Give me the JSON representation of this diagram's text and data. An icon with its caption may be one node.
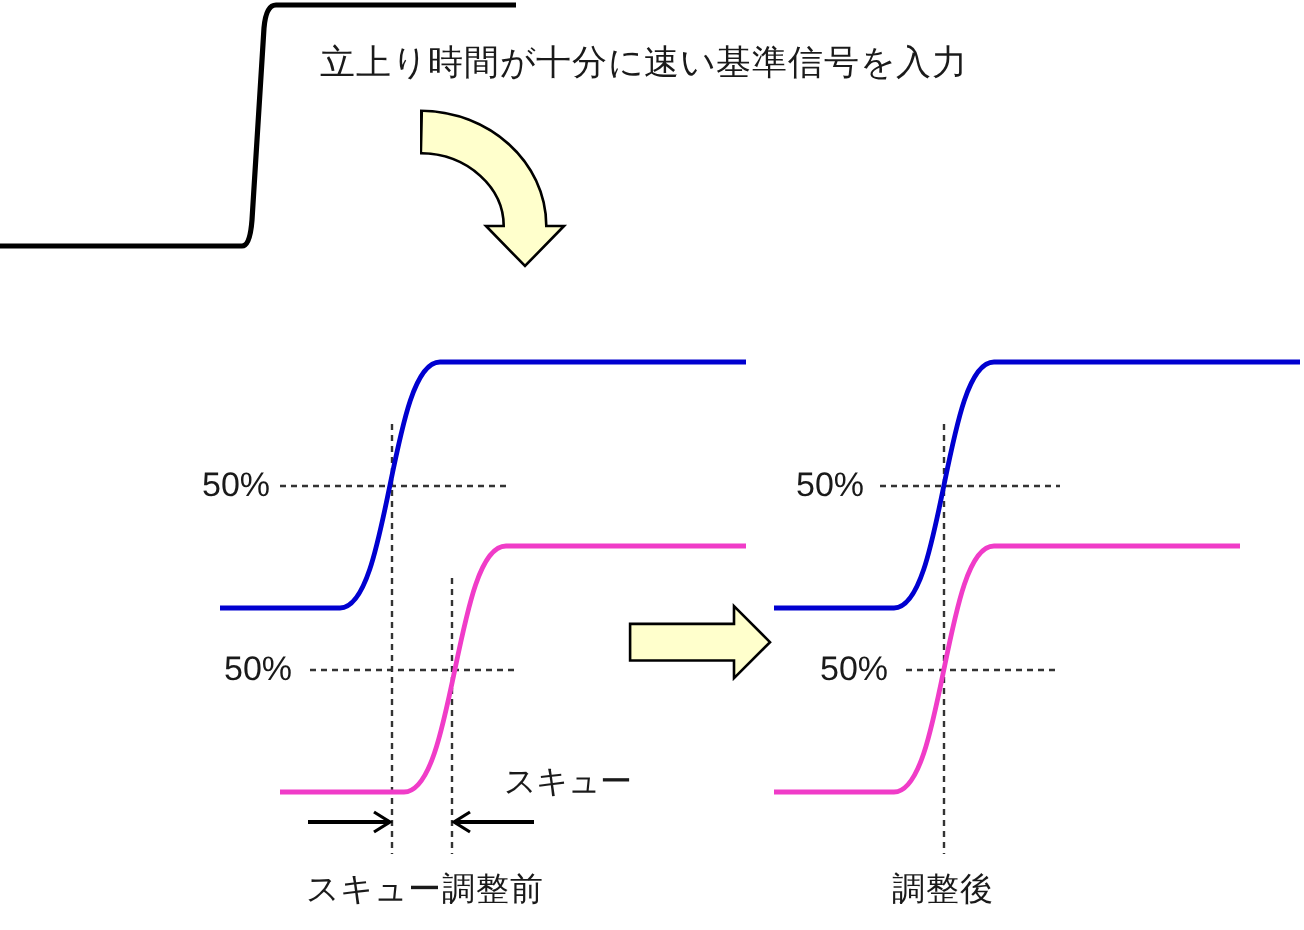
{
  "diagram": {
    "nodes": [
      {
        "text": [
          "立上り時間が十分に速い基準信号を入力"
        ]
      },
      {
        "text": [],
        "shape": "picture",
        "beside": [
          "スキュー調整前"
        ]
      },
      {
        "text": [],
        "shape": "picture",
        "beside": [
          "調整後"
        ]
      }
    ],
    "edges": [
      {
        "from": 0,
        "to": 1,
        "arrow": "to"
      },
      {
        "from": 1,
        "to": 2,
        "arrow": "to"
      }
    ],
    "labels": [
      "50%",
      "50%",
      "スキュー",
      "50%",
      "50%"
    ]
  }
}
